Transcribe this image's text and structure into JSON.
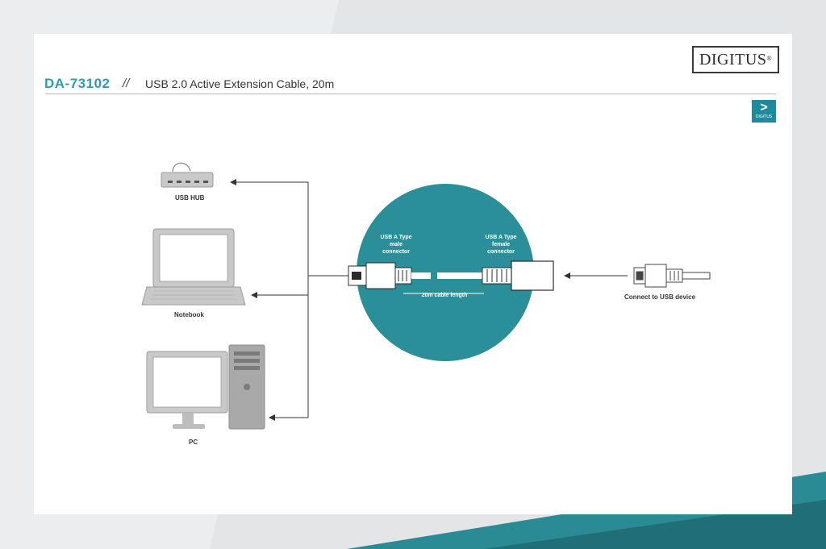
{
  "header": {
    "sku": "DA-73102",
    "separator": "//",
    "title": "USB 2.0 Active Extension Cable, 20m"
  },
  "logo": {
    "text": "DIGITUS",
    "mark": "®"
  },
  "next_button": {
    "icon": "chevron-right-icon",
    "label": "DIGITUS"
  },
  "diagram": {
    "left_devices": [
      "USB HUB",
      "Notebook",
      "PC"
    ],
    "male_label": "USB A Type\nmale\nconnector",
    "female_label": "USB A Type\nfemale\nconnector",
    "cable_length": "20m cable length",
    "target_label": "Connect to USB device"
  },
  "colors": {
    "accent": "#2a9fb0",
    "circle": "#2a8f98",
    "button": "#1f8a9b"
  }
}
